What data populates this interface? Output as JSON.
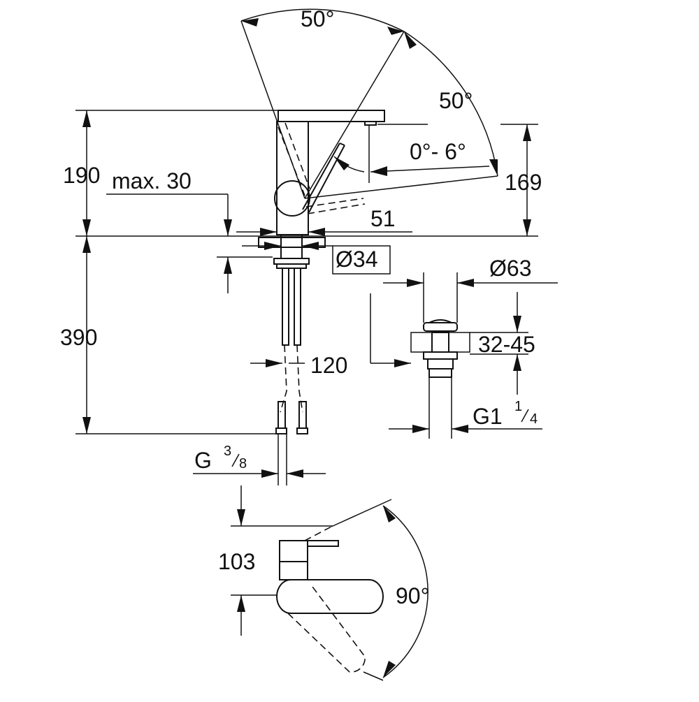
{
  "labels": {
    "angle_top": "50°",
    "angle_right": "50°",
    "tilt_range": "0°- 6°",
    "height_190": "190",
    "max_30": "max. 30",
    "height_169": "169",
    "width_51": "51",
    "diameter_34": "Ø34",
    "diameter_63": "Ø63",
    "thickness_range": "32-45",
    "height_390": "390",
    "dim_120": "120",
    "thread_waste": "G1",
    "thread_waste_num": "1",
    "thread_waste_den": "4",
    "thread_inlet": "G",
    "thread_inlet_num": "3",
    "thread_inlet_den": "8",
    "dim_103": "103",
    "angle_plan": "90°"
  }
}
